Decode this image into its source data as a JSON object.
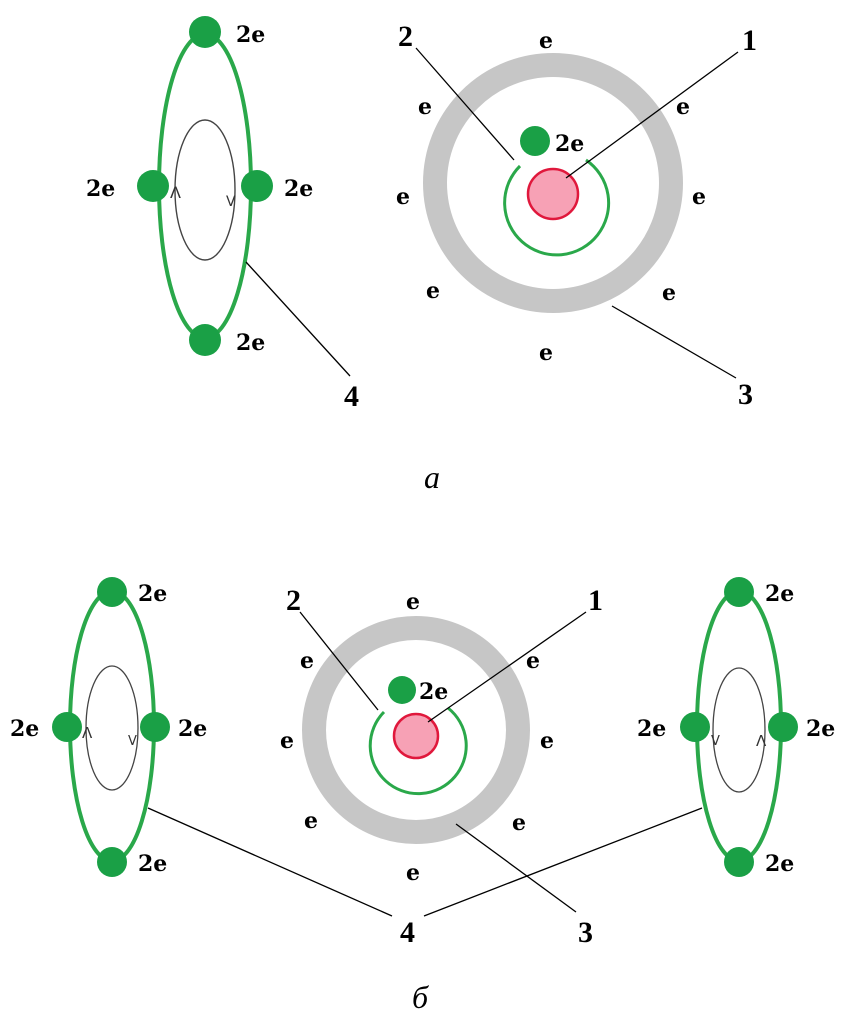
{
  "panel_a": {
    "caption": "а",
    "callouts": {
      "nucleus": "1",
      "inner_orbit": "2",
      "outer_shell": "3",
      "pair_orbital": "4"
    },
    "inner_pair_label": "2e",
    "shell_electron_label": "e",
    "lobe_pair_label": "2e",
    "lobe_spin_up": "Λ",
    "lobe_spin_down": "V"
  },
  "panel_b": {
    "caption": "б",
    "callouts": {
      "nucleus": "1",
      "inner_orbit": "2",
      "outer_shell": "3",
      "pair_orbital": "4"
    },
    "inner_pair_label": "2e",
    "shell_electron_label": "e",
    "lobe_pair_label": "2e",
    "lobe_spin_up": "Λ",
    "lobe_spin_down": "V"
  },
  "colors": {
    "pair_green": "#1aa046",
    "orbit_green": "#2aa84a",
    "nucleus_fill": "#f7a1b5",
    "nucleus_stroke": "#e0183c",
    "shell_gray": "#c6c6c6",
    "leader": "#000000"
  }
}
